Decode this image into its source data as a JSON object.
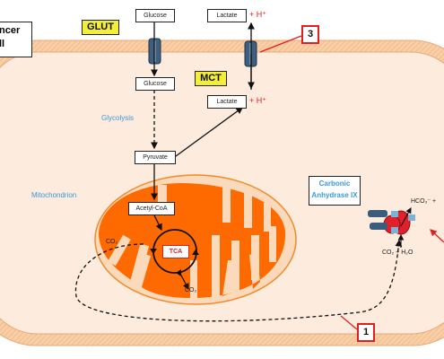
{
  "cell_label": [
    "ncer",
    "ll"
  ],
  "transporters": {
    "glut": "GLUT",
    "mct": "MCT"
  },
  "metabolites": {
    "glucose_out": "Glucose",
    "glucose_in": "Glucose",
    "lactate_out": "Lactate",
    "lactate_in": "Lactate",
    "pyruvate": "Pyruvate",
    "acetyl_coa": "Acetyl-CoA",
    "tca": "TCA"
  },
  "protons": {
    "out": "+ H⁺",
    "in": "+ H⁺"
  },
  "processes": {
    "glycolysis": "Glycolysis",
    "mitochondrion": "Mitochondrion"
  },
  "enzyme": {
    "line1": "Carbonic",
    "line2": "Anhydrase IX"
  },
  "molecules": {
    "co2_tca": "CO₂",
    "co2_bottom": "CO₂",
    "hco3": "HCO₃⁻ +",
    "co2_h2o": "CO₂ + H₂O"
  },
  "callouts": {
    "three": "3",
    "one": "1"
  },
  "colors": {
    "membrane": "#f6c99d",
    "cytoplasm": "#fdebdd",
    "mito_outer": "#fbd9bb",
    "mito_inner": "#ff6a00",
    "label_yellow": "#f2ee3a",
    "callout_red": "#e02020",
    "text_blue": "#3a9ad9"
  }
}
